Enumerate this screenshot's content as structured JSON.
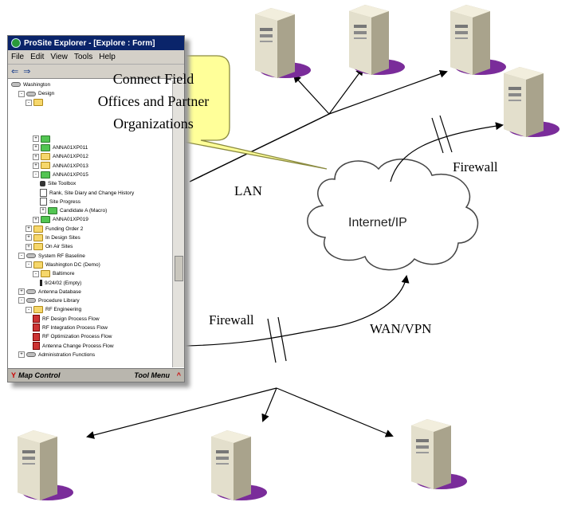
{
  "callout": {
    "text_line1": "Connect Field",
    "text_line2": "Offices and Partner",
    "text_line3": "Organizations"
  },
  "labels": {
    "lan": "LAN",
    "firewall_top": "Firewall",
    "firewall_bottom": "Firewall",
    "wan_vpn": "WAN/VPN",
    "cloud": "Internet/IP"
  },
  "window": {
    "title": "ProSite Explorer - [Explore : Form]",
    "menu": [
      "File",
      "Edit",
      "View",
      "Tools",
      "Help"
    ],
    "tree": [
      {
        "level": 0,
        "exp": "",
        "icon": "disk",
        "label": "Washington"
      },
      {
        "level": 1,
        "exp": "-",
        "icon": "disk",
        "label": "Design"
      },
      {
        "level": 2,
        "exp": "-",
        "icon": "folder",
        "label": ""
      },
      {
        "level": 3,
        "exp": "",
        "icon": "",
        "label": ""
      },
      {
        "level": 3,
        "exp": "",
        "icon": "",
        "label": ""
      },
      {
        "level": 3,
        "exp": "",
        "icon": "",
        "label": ""
      },
      {
        "level": 3,
        "exp": "+",
        "icon": "gfolder",
        "label": ""
      },
      {
        "level": 3,
        "exp": "+",
        "icon": "gfolder",
        "label": "ANNA01XP011"
      },
      {
        "level": 3,
        "exp": "+",
        "icon": "folder",
        "label": "ANNA01XP012"
      },
      {
        "level": 3,
        "exp": "+",
        "icon": "folder",
        "label": "ANNA01XP013"
      },
      {
        "level": 3,
        "exp": "-",
        "icon": "gfolder",
        "label": "ANNA01XP015"
      },
      {
        "level": 4,
        "exp": "",
        "icon": "tool",
        "label": "Site Toolbox"
      },
      {
        "level": 4,
        "exp": "",
        "icon": "doc",
        "label": "Rank, Site Diary and Change History"
      },
      {
        "level": 4,
        "exp": "",
        "icon": "doc",
        "label": "Site Progress"
      },
      {
        "level": 4,
        "exp": "+",
        "icon": "gfolder",
        "label": "Candidate A (Macro)"
      },
      {
        "level": 3,
        "exp": "+",
        "icon": "gfolder",
        "label": "ANNA01XP019"
      },
      {
        "level": 2,
        "exp": "+",
        "icon": "folder",
        "label": "Funding Order 2"
      },
      {
        "level": 2,
        "exp": "+",
        "icon": "folder",
        "label": "In Design Sites"
      },
      {
        "level": 2,
        "exp": "+",
        "icon": "folder",
        "label": "On Air Sites"
      },
      {
        "level": 1,
        "exp": "-",
        "icon": "disk",
        "label": "System RF Baseline"
      },
      {
        "level": 2,
        "exp": "-",
        "icon": "folder",
        "label": "Washington DC (Demo)"
      },
      {
        "level": 3,
        "exp": "-",
        "icon": "folder",
        "label": "Baltimore"
      },
      {
        "level": 4,
        "exp": "",
        "icon": "bar",
        "label": "9/24/02 (Empty)"
      },
      {
        "level": 1,
        "exp": "+",
        "icon": "disk",
        "label": "Antenna Database"
      },
      {
        "level": 1,
        "exp": "-",
        "icon": "disk",
        "label": "Procedure Library"
      },
      {
        "level": 2,
        "exp": "-",
        "icon": "folder",
        "label": "RF Engineering"
      },
      {
        "level": 3,
        "exp": "",
        "icon": "red",
        "label": "RF Design Process Flow"
      },
      {
        "level": 3,
        "exp": "",
        "icon": "red",
        "label": "RF Integration Process Flow"
      },
      {
        "level": 3,
        "exp": "",
        "icon": "red",
        "label": "RF Optimization Process Flow"
      },
      {
        "level": 3,
        "exp": "",
        "icon": "red",
        "label": "Antenna Change Process Flow"
      },
      {
        "level": 1,
        "exp": "+",
        "icon": "disk",
        "label": "Administration Functions"
      }
    ],
    "status_left": "Map Control",
    "status_right": "Tool Menu"
  },
  "colors": {
    "callout_fill": "#ffff99",
    "server_beige": "#d9d6c4",
    "shadow": "#7a2c9a",
    "titlebar": "#0a246a"
  }
}
